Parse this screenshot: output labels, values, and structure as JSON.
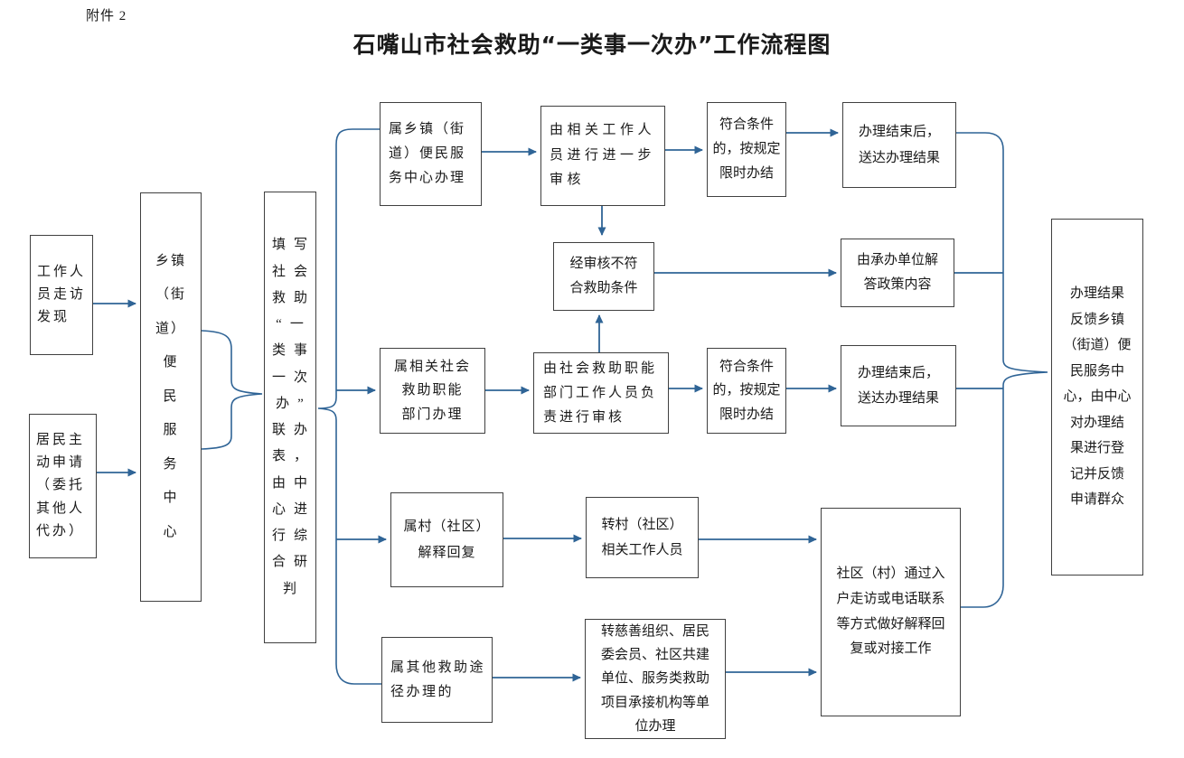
{
  "page": {
    "attachment_label": "附件 2",
    "title": "石嘴山市社会救助“一类事一次办”工作流程图"
  },
  "colors": {
    "connector": "#2f6496",
    "box_border": "#404040",
    "text": "#1a1a1a",
    "background": "#ffffff"
  },
  "nodes": {
    "staff_visit": "工作人\n员走访\n发现",
    "resident_apply": "居民主\n动申请\n（委托\n其他人\n代办）",
    "township_center": "乡镇\n（街道）\n便\n民\n服\n务\n中\n心",
    "fill_form": "填写\n社会\n救助\n“一\n类事\n一次\n办”\n联办\n表，\n由中\n心进\n行综\n合研\n判",
    "town_handle": "属乡镇（街\n道）便民服\n务中心办理",
    "further_review": "由相关工作人\n员进行进一步\n审核",
    "meet_cond_1": "符合条件\n的，按规定\n限时办结",
    "end_deliver_1": "办理结束后，\n送达办理结果",
    "not_meet_cond": "经审核不符\n合救助条件",
    "unit_answer": "由承办单位解\n答政策内容",
    "dept_handle": "属相关社会\n救助职能\n部门办理",
    "dept_review": "由社会救助职能\n部门工作人员负\n责进行审核",
    "meet_cond_2": "符合条件\n的，按规定\n限时办结",
    "end_deliver_2": "办理结束后，\n送达办理结果",
    "village_reply": "属村（社区）\n解释回复",
    "village_staff": "转村（社区）\n相关工作人员",
    "other_channel": "属其他救助途\n径办理的",
    "transfer_org": "转慈善组织、居民\n委会员、社区共建\n单位、服务类救助\n项目承接机构等单\n位办理",
    "community_contact": "社区（村）通过入\n户走访或电话联系\n等方式做好解释回\n复或对接工作",
    "result_feedback": "办理结果\n反馈乡镇\n（街道）便\n民服务中\n心，由中心\n对办理结\n果进行登\n记并反馈\n申请群众"
  }
}
